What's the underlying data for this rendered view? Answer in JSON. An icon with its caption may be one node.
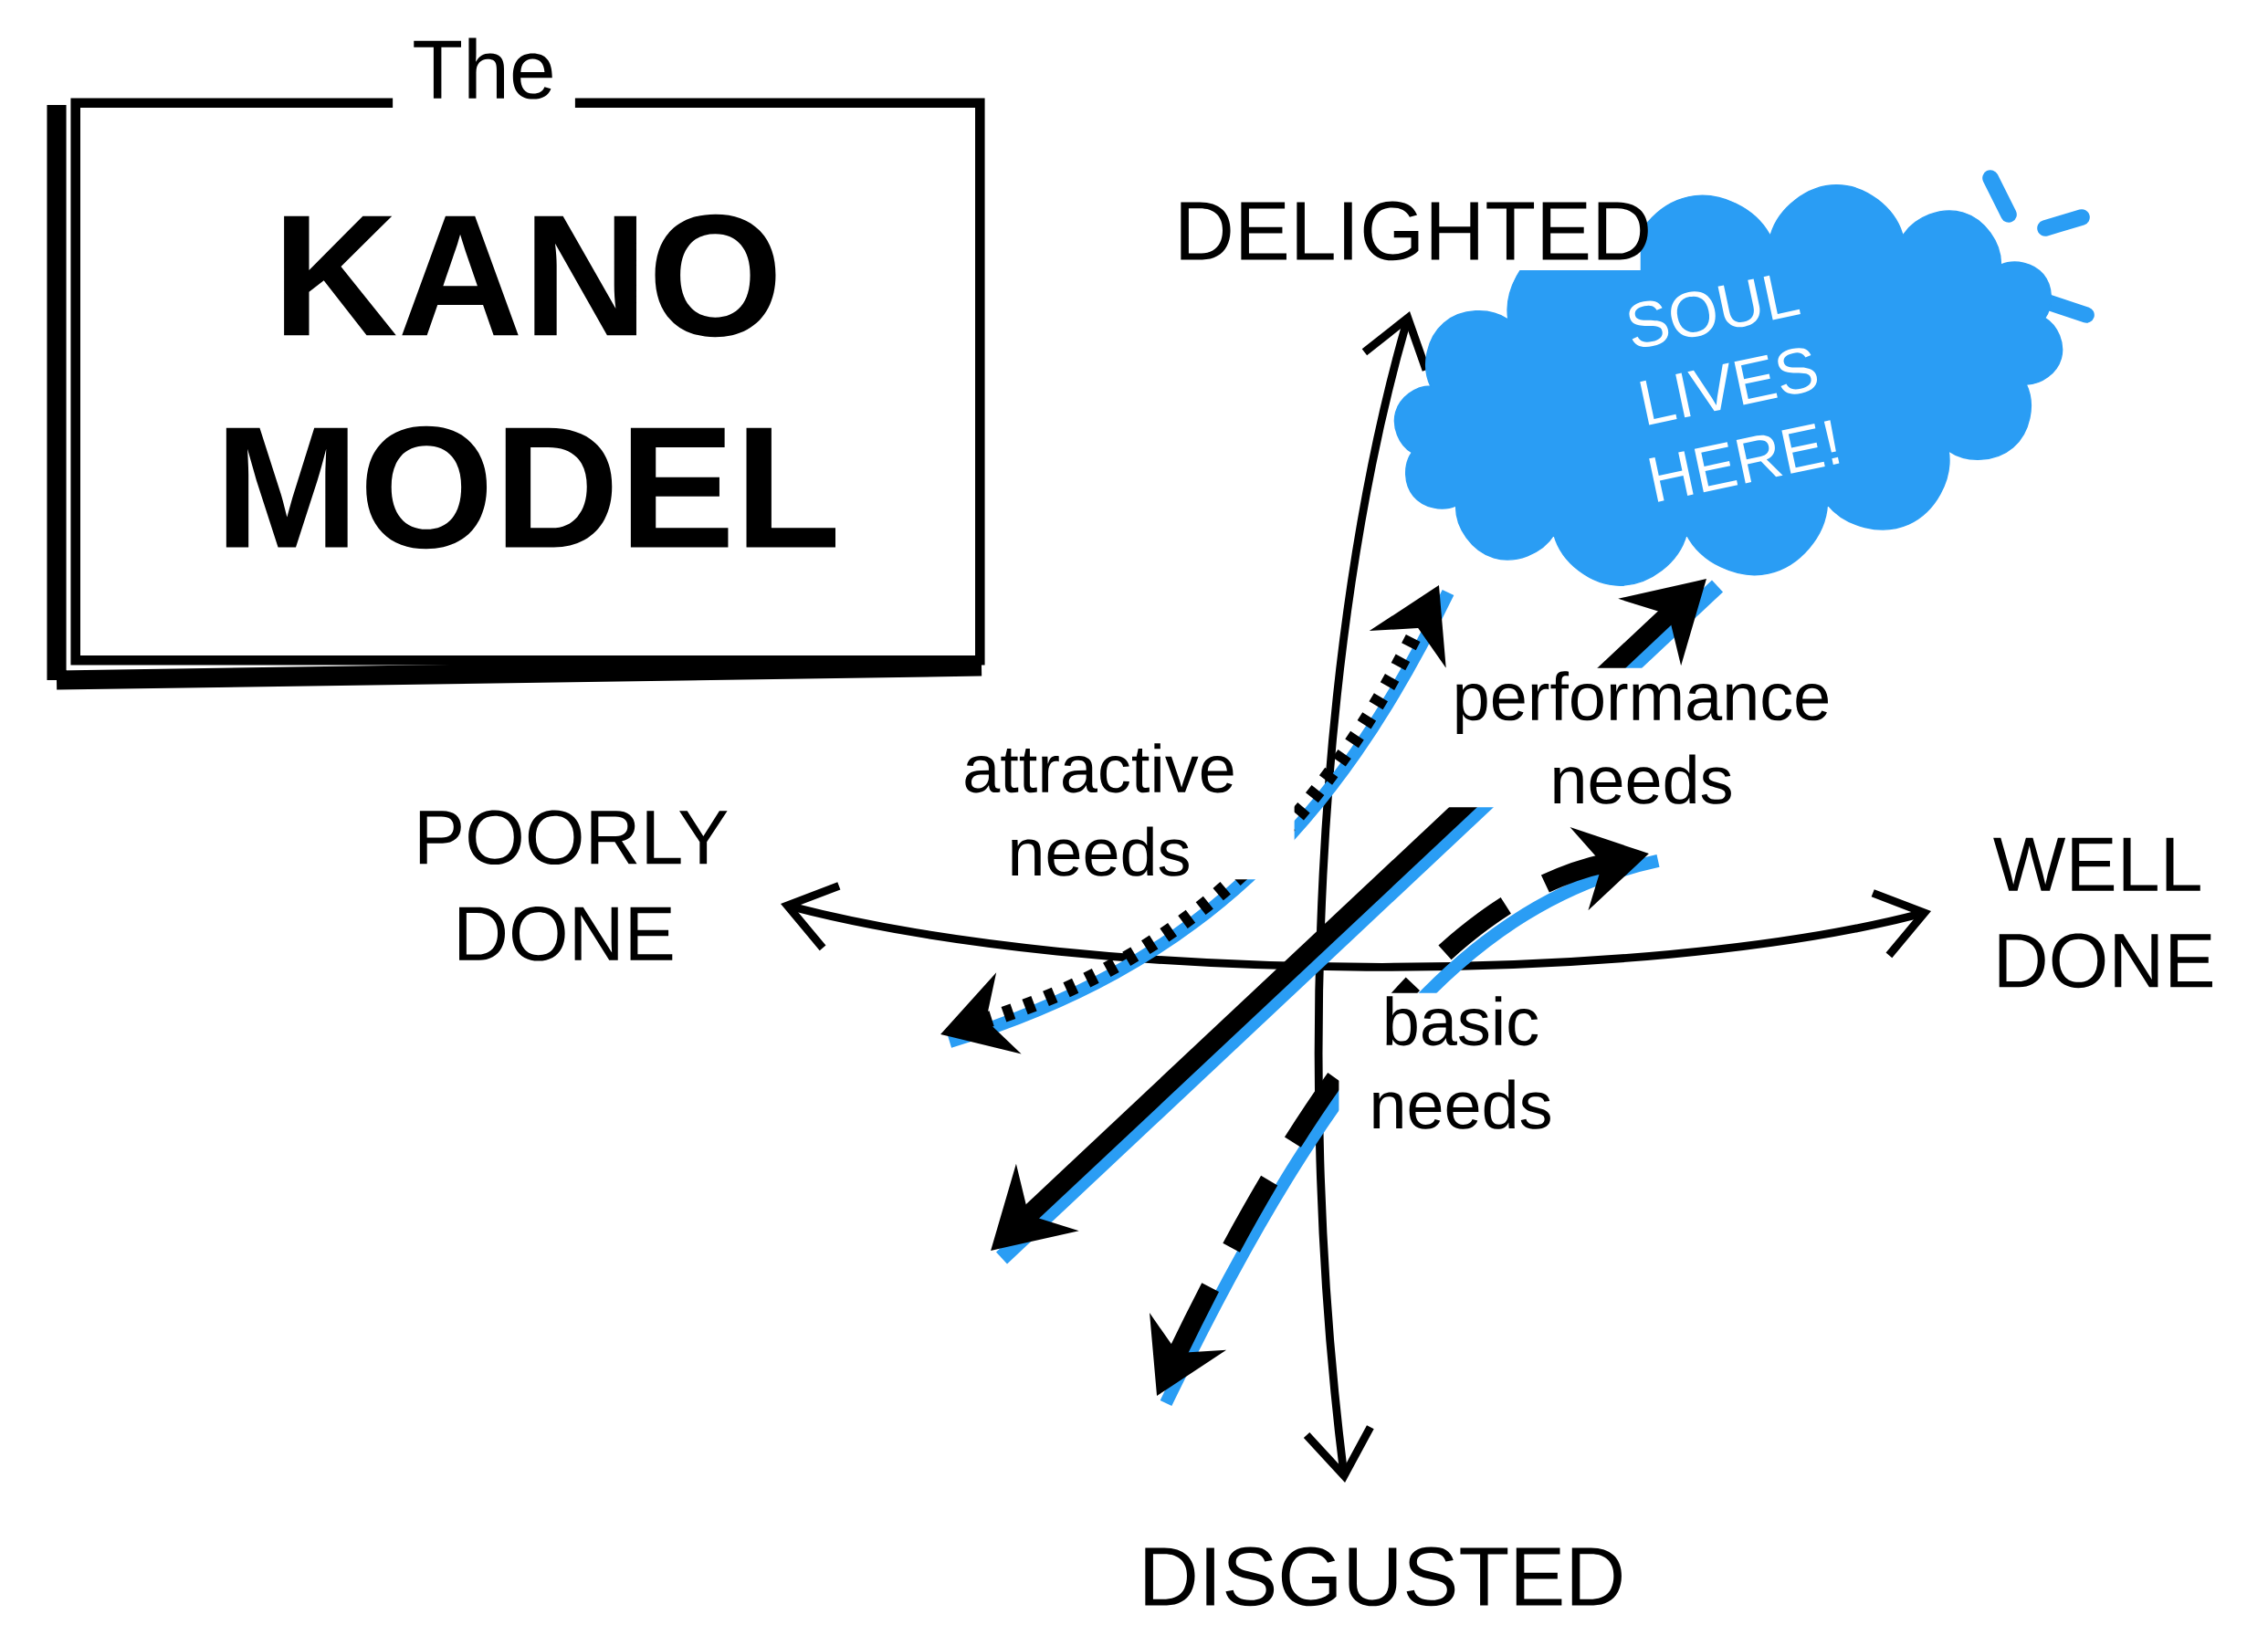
{
  "diagram": {
    "nodes": [
      {
        "text": [
          "The",
          "KANO MODEL"
        ]
      },
      {
        "text": [
          "SOUL LIVES HERE!"
        ]
      }
    ],
    "labels": [
      "DELIGHTED",
      "POORLY DONE",
      "WELL DONE",
      "attractive needs",
      "performance needs",
      "basic needs",
      "DISGUSTED"
    ]
  }
}
